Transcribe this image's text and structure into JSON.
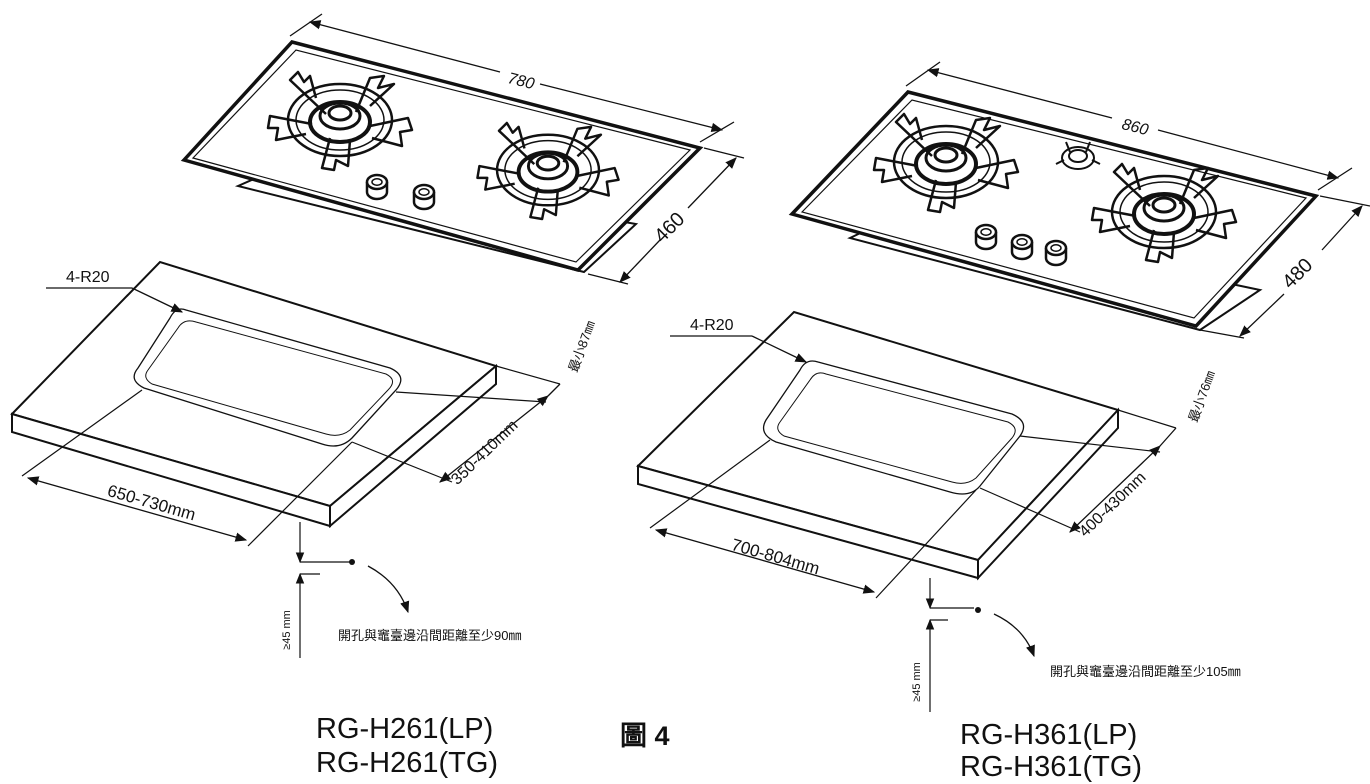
{
  "left_unit": {
    "top_width": "780",
    "top_depth": "460",
    "corner_radius": "4-R20",
    "min_margin": "最小87㎜",
    "cutout_width": "650-730mm",
    "cutout_depth": "350-410mm",
    "counter_thickness": "≥45 mm",
    "edge_note": "開孔與竈臺邊沿間距離至少90㎜",
    "models": [
      "RG-H261(LP)",
      "RG-H261(TG)"
    ]
  },
  "right_unit": {
    "top_width": "860",
    "top_depth": "480",
    "corner_radius": "4-R20",
    "min_margin": "最小76㎜",
    "cutout_width": "700-804mm",
    "cutout_depth": "400-430mm",
    "counter_thickness": "≥45 mm",
    "edge_note": "開孔與竈臺邊沿間距離至少105㎜",
    "models": [
      "RG-H361(LP)",
      "RG-H361(TG)"
    ]
  },
  "figure_label": "圖 4"
}
